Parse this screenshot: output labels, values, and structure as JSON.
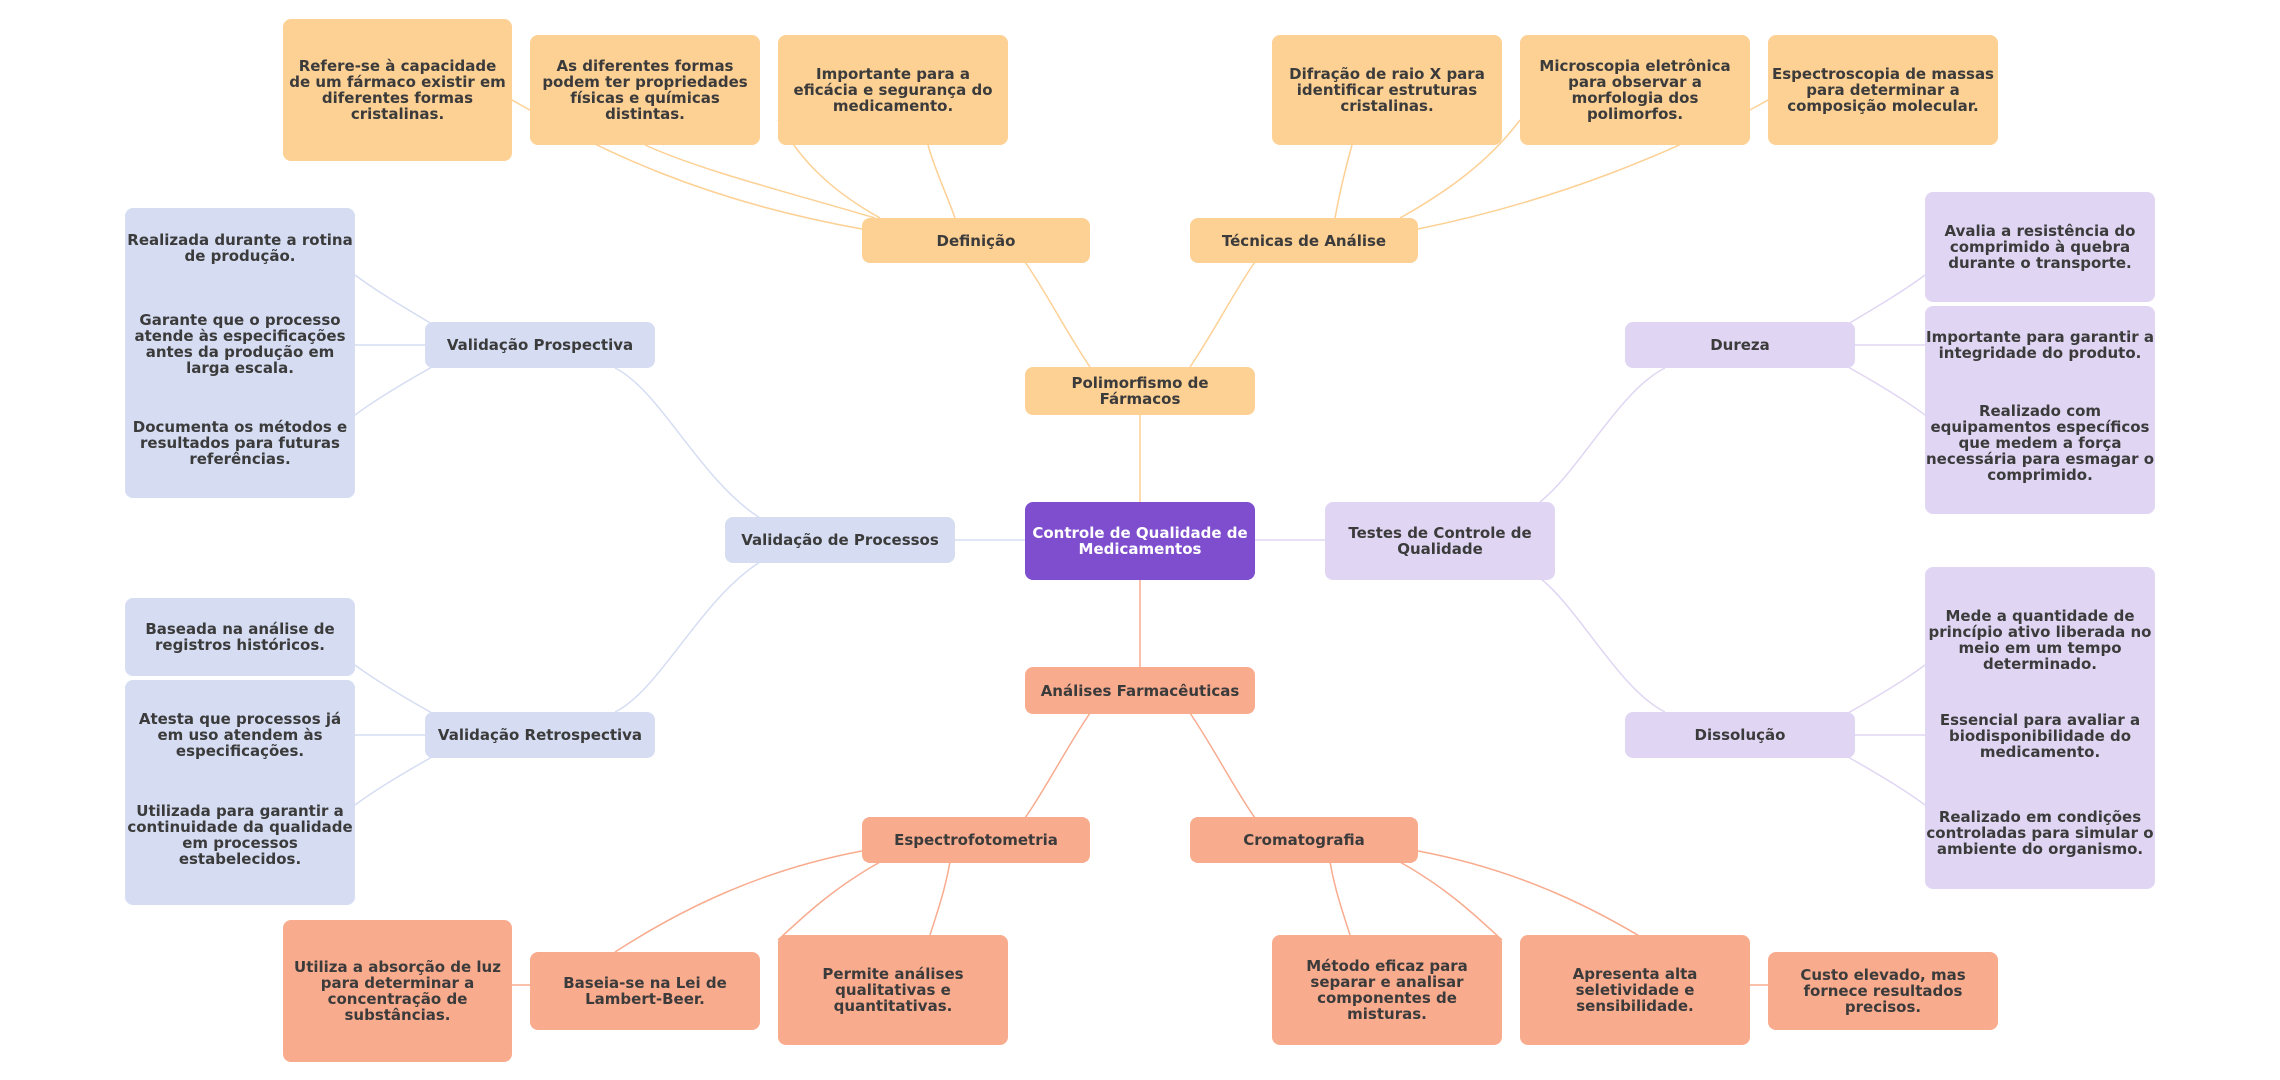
{
  "colors": {
    "root": "#7e4ecf",
    "polimorfismo": "#fdd094",
    "validacao": "#d6ddf3",
    "testes": "#e0d6f3",
    "analises": "#f9ab8e"
  },
  "root": "Controle de Qualidade de Medicamentos",
  "polimorfismo": {
    "label": "Polimorfismo de Fármacos",
    "definicao": {
      "label": "Definição",
      "leaves": [
        "Refere-se à capacidade de um fármaco existir em diferentes formas cristalinas.",
        "As diferentes formas podem ter propriedades físicas e químicas distintas.",
        "Importante para a eficácia e segurança do medicamento."
      ]
    },
    "tecnicas": {
      "label": "Técnicas de Análise",
      "leaves": [
        "Difração de raio X para identificar estruturas cristalinas.",
        "Microscopia eletrônica para observar a morfologia dos polimorfos.",
        "Espectroscopia de massas para determinar a composição molecular."
      ]
    }
  },
  "validacao": {
    "label": "Validação de Processos",
    "prospectiva": {
      "label": "Validação Prospectiva",
      "leaves": [
        "Realizada durante a rotina de produção.",
        "Garante que o processo atende às especificações antes da produção em larga escala.",
        "Documenta os métodos e resultados para futuras referências."
      ]
    },
    "retrospectiva": {
      "label": "Validação Retrospectiva",
      "leaves": [
        "Baseada na análise de registros históricos.",
        "Atesta que processos já em uso atendem às especificações.",
        "Utilizada para garantir a continuidade da qualidade em processos estabelecidos."
      ]
    }
  },
  "testes": {
    "label": "Testes de Controle de Qualidade",
    "dureza": {
      "label": "Dureza",
      "leaves": [
        "Avalia a resistência do comprimido à quebra durante o transporte.",
        "Importante para garantir a integridade do produto.",
        "Realizado com equipamentos específicos que medem a força necessária para esmagar o comprimido."
      ]
    },
    "dissolucao": {
      "label": "Dissolução",
      "leaves": [
        "Mede a quantidade de princípio ativo liberada no meio em um tempo determinado.",
        "Essencial para avaliar a biodisponibilidade do medicamento.",
        "Realizado em condições controladas para simular o ambiente do organismo."
      ]
    }
  },
  "analises": {
    "label": "Análises Farmacêuticas",
    "espectro": {
      "label": "Espectrofotometria",
      "leaves": [
        "Utiliza a absorção de luz para determinar a concentração de substâncias.",
        "Baseia-se na Lei de Lambert-Beer.",
        "Permite análises qualitativas e quantitativas."
      ]
    },
    "cromato": {
      "label": "Cromatografia",
      "leaves": [
        "Método eficaz para separar e analisar componentes de misturas.",
        "Apresenta alta seletividade e sensibilidade.",
        "Custo elevado, mas fornece resultados precisos."
      ]
    }
  }
}
